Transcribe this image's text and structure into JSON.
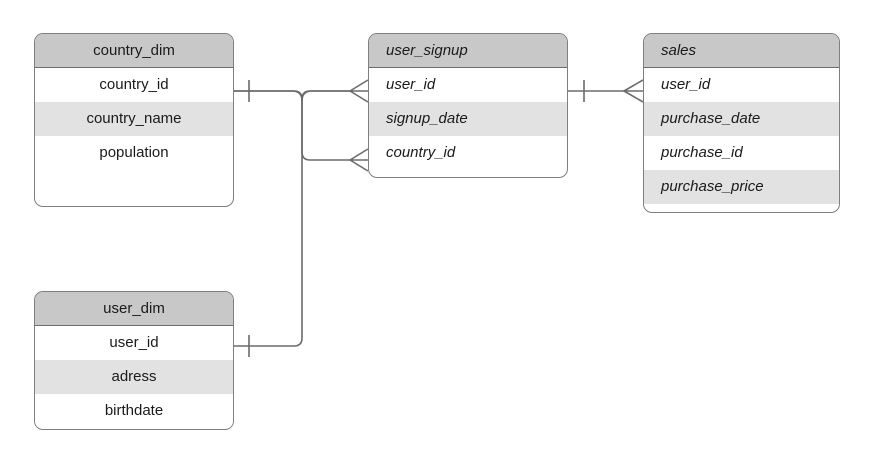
{
  "diagram": {
    "title": "entity-relationship-diagram",
    "colors": {
      "header_fill": "#c8c8c8",
      "row_alt_fill": "#e2e2e2",
      "row_fill": "#ffffff",
      "border": "#7f7f7f",
      "edge": "#6b6b6b",
      "text": "#1a1a1a",
      "background": "#ffffff"
    },
    "entities": [
      {
        "id": "country_dim",
        "name": "country_dim",
        "style": "center",
        "attributes": [
          {
            "name": "country_id",
            "shade": "plain"
          },
          {
            "name": "country_name",
            "shade": "alt"
          },
          {
            "name": "population",
            "shade": "plain"
          }
        ]
      },
      {
        "id": "user_signup",
        "name": "user_signup",
        "style": "italic",
        "attributes": [
          {
            "name": "user_id",
            "shade": "plain"
          },
          {
            "name": "signup_date",
            "shade": "alt"
          },
          {
            "name": "country_id",
            "shade": "plain"
          }
        ]
      },
      {
        "id": "sales",
        "name": "sales",
        "style": "italic",
        "attributes": [
          {
            "name": "user_id",
            "shade": "plain"
          },
          {
            "name": "purchase_date",
            "shade": "alt"
          },
          {
            "name": "purchase_id",
            "shade": "plain"
          },
          {
            "name": "purchase_price",
            "shade": "alt"
          }
        ]
      },
      {
        "id": "user_dim",
        "name": "user_dim",
        "style": "center",
        "attributes": [
          {
            "name": "user_id",
            "shade": "plain"
          },
          {
            "name": "adress",
            "shade": "alt"
          },
          {
            "name": "birthdate",
            "shade": "plain"
          }
        ]
      }
    ],
    "relationships": [
      {
        "id": "country_dim-user_signup",
        "from_entity": "country_dim",
        "from_attribute": "country_id",
        "from_cardinality": "one",
        "to_entity": "user_signup",
        "to_attribute": "country_id",
        "to_cardinality": "many"
      },
      {
        "id": "user_dim-user_signup",
        "from_entity": "user_dim",
        "from_attribute": "user_id",
        "from_cardinality": "one",
        "to_entity": "user_signup",
        "to_attribute": "user_id",
        "to_cardinality": "many"
      },
      {
        "id": "user_signup-sales",
        "from_entity": "user_signup",
        "from_attribute": "user_id",
        "from_cardinality": "one",
        "to_entity": "sales",
        "to_attribute": "user_id",
        "to_cardinality": "many"
      }
    ]
  }
}
